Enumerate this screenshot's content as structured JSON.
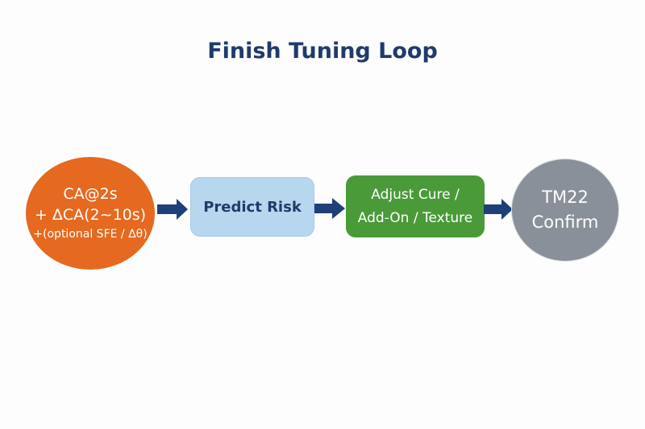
{
  "title": "Finish Tuning Loop",
  "nodes": {
    "input": {
      "line1": "CA@2s",
      "line2": "+ ΔCA(2~10s)",
      "line3": "+(optional SFE / Δθ)",
      "color": "#e5691f"
    },
    "predict": {
      "label": "Predict Risk",
      "color": "#b7d7ef"
    },
    "adjust": {
      "line1": "Adjust Cure /",
      "line2": "Add-On / Texture",
      "color": "#4a9a3a"
    },
    "confirm": {
      "line1": "TM22",
      "line2": "Confirm",
      "color": "#8a9099"
    }
  },
  "arrow_color": "#1f3f78"
}
